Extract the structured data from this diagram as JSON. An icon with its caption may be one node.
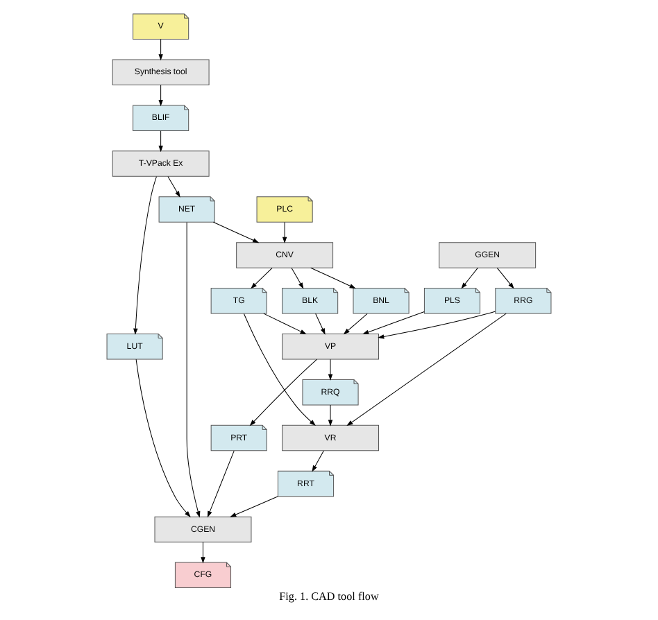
{
  "diagram": {
    "caption": "Fig. 1. CAD tool flow",
    "nodes": [
      {
        "text": [
          "V"
        ]
      },
      {
        "text": [
          "PLC"
        ]
      },
      {
        "text": [
          "Synthesis tool"
        ]
      },
      {
        "text": [
          "CNV"
        ]
      },
      {
        "text": [
          "GGEN"
        ]
      },
      {
        "text": [
          "BLIF"
        ]
      },
      {
        "text": [
          "TG"
        ]
      },
      {
        "text": [
          "BNL"
        ]
      },
      {
        "text": [
          "BLK"
        ]
      },
      {
        "text": [
          "PLS"
        ]
      },
      {
        "text": [
          "RRG"
        ]
      },
      {
        "text": [
          "T-VPack Ex"
        ]
      },
      {
        "text": [
          "VP"
        ]
      },
      {
        "text": [
          "NET"
        ]
      },
      {
        "text": [
          "LUT"
        ]
      },
      {
        "text": [
          "PRT"
        ]
      },
      {
        "text": [
          "RRQ"
        ]
      },
      {
        "text": [
          "VR"
        ]
      },
      {
        "text": [
          "CGEN"
        ]
      },
      {
        "text": [
          "RRT"
        ]
      },
      {
        "text": [
          "CFG"
        ]
      }
    ],
    "edges": [
      {
        "from": 0,
        "to": 2,
        "arrow": "to"
      },
      {
        "from": 2,
        "to": 5,
        "arrow": "to"
      },
      {
        "from": 5,
        "to": 11,
        "arrow": "to"
      },
      {
        "from": 11,
        "to": 14,
        "arrow": "to"
      },
      {
        "from": 11,
        "to": 13,
        "arrow": "to"
      },
      {
        "from": 13,
        "to": 3,
        "arrow": "to"
      },
      {
        "from": 1,
        "to": 3,
        "arrow": "to"
      },
      {
        "from": 3,
        "to": 6,
        "arrow": "to"
      },
      {
        "from": 3,
        "to": 7,
        "arrow": "to"
      },
      {
        "from": 3,
        "to": 8,
        "arrow": "to"
      },
      {
        "from": 4,
        "to": 9,
        "arrow": "to"
      },
      {
        "from": 4,
        "to": 10,
        "arrow": "to"
      },
      {
        "from": 6,
        "to": 12,
        "arrow": "to"
      },
      {
        "from": 7,
        "to": 12,
        "arrow": "to"
      },
      {
        "from": 8,
        "to": 12,
        "arrow": "to"
      },
      {
        "from": 9,
        "to": 12,
        "arrow": "to"
      },
      {
        "from": 10,
        "to": 12,
        "arrow": "to"
      },
      {
        "from": 6,
        "to": 17,
        "arrow": "to"
      },
      {
        "from": 10,
        "to": 17,
        "arrow": "to"
      },
      {
        "from": 12,
        "to": 15,
        "arrow": "to"
      },
      {
        "from": 12,
        "to": 16,
        "arrow": "to"
      },
      {
        "from": 16,
        "to": 17,
        "arrow": "to"
      },
      {
        "from": 17,
        "to": 19,
        "arrow": "to"
      },
      {
        "from": 14,
        "to": 18,
        "arrow": "to"
      },
      {
        "from": 13,
        "to": 18,
        "arrow": "to"
      },
      {
        "from": 15,
        "to": 18,
        "arrow": "to"
      },
      {
        "from": 19,
        "to": 18,
        "arrow": "to"
      },
      {
        "from": 18,
        "to": 20,
        "arrow": "to"
      }
    ]
  }
}
